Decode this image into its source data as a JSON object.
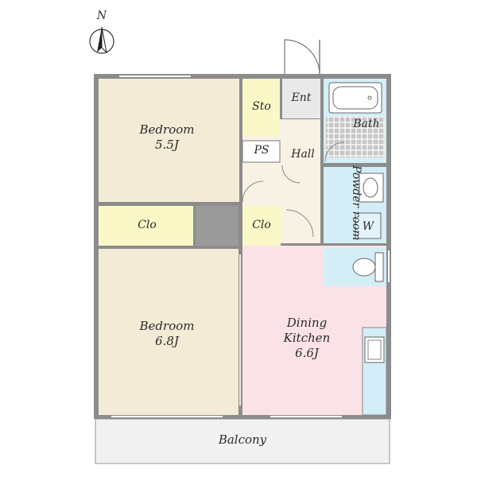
{
  "compass": {
    "label": "N"
  },
  "rooms": {
    "bedroom_upper": {
      "name": "Bedroom",
      "size": "5.5J"
    },
    "bedroom_lower": {
      "name": "Bedroom",
      "size": "6.8J"
    },
    "closet_left": {
      "name": "Clo"
    },
    "closet_center": {
      "name": "Clo"
    },
    "storage": {
      "name": "Sto"
    },
    "pipe_space": {
      "name": "PS"
    },
    "entrance": {
      "name": "Ent"
    },
    "hall": {
      "name": "Hall"
    },
    "bath": {
      "name": "Bath"
    },
    "powder_room": {
      "name": "Powder room"
    },
    "washer": {
      "name": "W"
    },
    "dining_kitchen": {
      "name1": "Dining",
      "name2": "Kitchen",
      "size": "6.6J"
    },
    "balcony": {
      "name": "Balcony"
    }
  },
  "colors": {
    "bedroom": "#f3ebd6",
    "closet": "#fbf8c8",
    "wet_area": "#d4eef7",
    "kitchen": "#fbe2e6",
    "wall": "#8c8c8c",
    "hall": "#f7f2e4",
    "balcony": "#f1f1f1"
  }
}
